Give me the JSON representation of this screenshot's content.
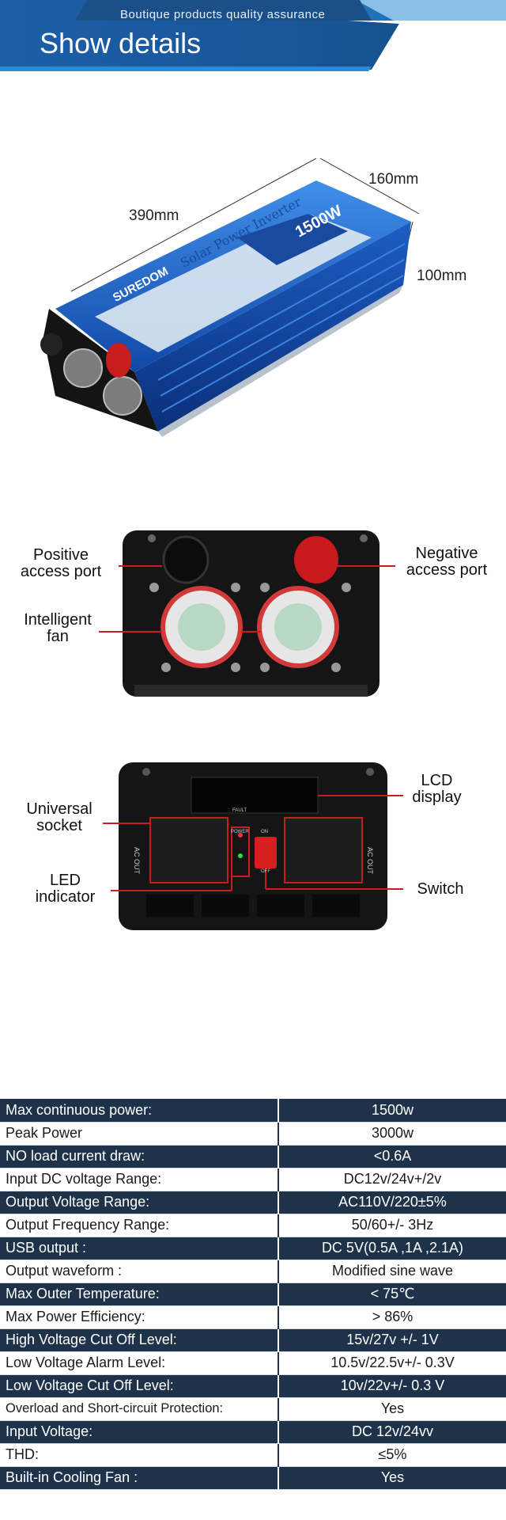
{
  "header": {
    "subtitle": "Boutique products quality assurance",
    "title": "Show details",
    "colors": {
      "banner_main": "#1a5aa0",
      "banner_accent": "#2a8ad6"
    }
  },
  "product": {
    "brand": "SUREDOM",
    "name": "Solar Power Inverter",
    "power_label": "1500W",
    "dimensions": {
      "width": "160mm",
      "length": "390mm",
      "height": "100mm"
    }
  },
  "front_panel": {
    "callouts": {
      "positive_port": [
        "Positive",
        "access  port"
      ],
      "negative_port": [
        "Negative",
        "access  port"
      ],
      "fan": [
        "Intelligent",
        "fan"
      ]
    }
  },
  "rear_panel": {
    "callouts": {
      "socket": [
        "Universal",
        "socket"
      ],
      "lcd": [
        "LCD",
        "display"
      ],
      "led": [
        "LED",
        "indicator"
      ],
      "switch": [
        "Switch"
      ]
    },
    "panel_text": {
      "ac_out_left": "AC  OUT",
      "ac_out_right": "AC  OUT",
      "fault": "FAULT",
      "power": "POWER",
      "on": "ON",
      "off": "OFF"
    }
  },
  "specs": {
    "colors": {
      "dark_row": "#1e3249",
      "light_row": "#ffffff"
    },
    "rows": [
      {
        "label": "Max continuous power:",
        "value": "1500w"
      },
      {
        "label": "Peak Power",
        "value": "3000w"
      },
      {
        "label": "NO load current draw:",
        "value": "<0.6A"
      },
      {
        "label": "Input DC voltage Range:",
        "value": "DC12v/24v+/2v"
      },
      {
        "label": "Output Voltage Range:",
        "value": "AC110V/220±5%"
      },
      {
        "label": "Output Frequency Range:",
        "value": "50/60+/- 3Hz"
      },
      {
        "label": "USB output :",
        "value": "DC 5V(0.5A ,1A ,2.1A)"
      },
      {
        "label": "Output waveform :",
        "value": "Modified sine wave"
      },
      {
        "label": "Max Outer Temperature:",
        "value": "< 75℃"
      },
      {
        "label": "Max Power Efficiency:",
        "value": "> 86%"
      },
      {
        "label": "High Voltage Cut Off Level:",
        "value": "15v/27v +/- 1V"
      },
      {
        "label": "Low Voltage Alarm Level:",
        "value": "10.5v/22.5v+/- 0.3V"
      },
      {
        "label": "Low Voltage Cut Off Level:",
        "value": "10v/22v+/- 0.3 V"
      },
      {
        "label": "Overload and Short-circuit Protection:",
        "value": "Yes"
      },
      {
        "label": "Input Voltage:",
        "value": "DC 12v/24vv"
      },
      {
        "label": "THD:",
        "value": "≤5%"
      },
      {
        "label": "Built-in Cooling Fan :",
        "value": "Yes"
      }
    ]
  }
}
